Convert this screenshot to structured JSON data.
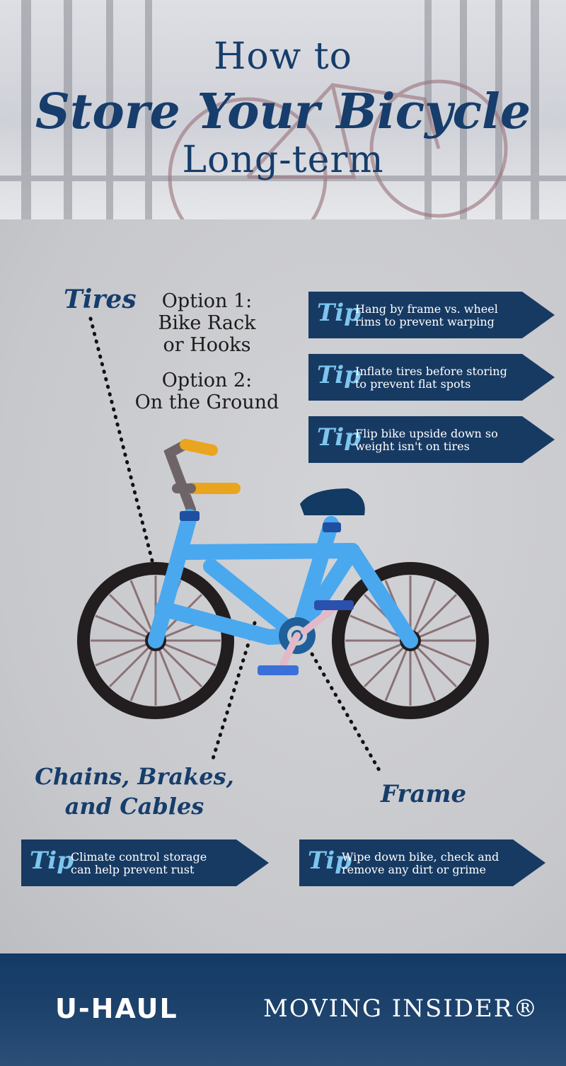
{
  "header": {
    "title_line1": "How to",
    "title_line2": "Store Your Bicycle",
    "title_line3": "Long-term"
  },
  "sections": {
    "tires_label": "Tires",
    "options": {
      "option1_line1": "Option 1:",
      "option1_line2": "Bike Rack",
      "option1_line3": "or Hooks",
      "option2_line1": "Option 2:",
      "option2_line2": "On the Ground"
    },
    "chains_label_line1": "Chains, Brakes,",
    "chains_label_line2": "and Cables",
    "frame_label": "Frame"
  },
  "tips": [
    {
      "word": "Tip",
      "line1": "Hang by frame vs. wheel",
      "line2": "rims to prevent warping"
    },
    {
      "word": "Tip",
      "line1": "Inflate tires before storing",
      "line2": "to prevent flat spots"
    },
    {
      "word": "Tip",
      "line1": "Flip bike upside down so",
      "line2": "weight isn't on tires"
    },
    {
      "word": "Tip",
      "line1": "Climate control storage",
      "line2": "can help prevent rust"
    },
    {
      "word": "Tip",
      "line1": "Wipe down bike, check and",
      "line2": "remove any dirt or grime"
    }
  ],
  "footer": {
    "brand_left": "U-HAUL",
    "brand_right": "MOVING INSIDER®"
  },
  "colors": {
    "navy": "#173a63",
    "tip_accent": "#7cc6ef",
    "frame_blue": "#4aa8ef",
    "handle_orange": "#e9a51e"
  }
}
